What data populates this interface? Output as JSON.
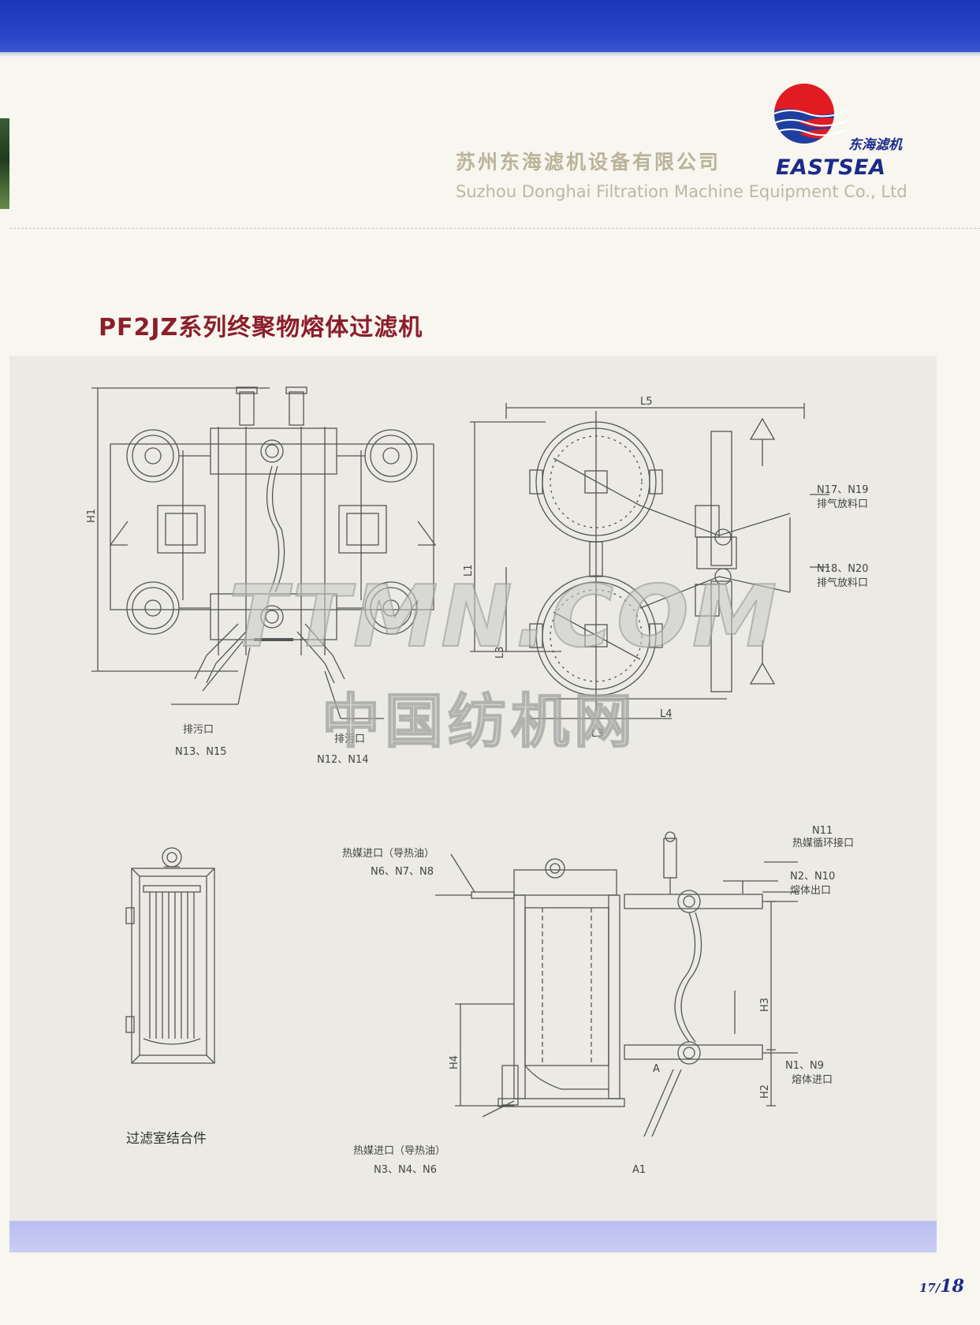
{
  "header": {
    "company_cn": "苏州东海滤机设备有限公司",
    "company_en": "Suzhou Donghai Filtration Machine Equipment Co., Ltd",
    "logo_cn": "东海滤机",
    "logo_en": "EASTSEA"
  },
  "title": "PF2JZ系列终聚物熔体过滤机",
  "watermark": {
    "en": "TTMN.COM",
    "cn": "中国纺机网"
  },
  "colors": {
    "band_blue": "#2a46c8",
    "title_red": "#8b1e2b",
    "brand_navy": "#1b2a8a",
    "logo_red": "#e11b22"
  },
  "drawing_top_left": {
    "dim_h1": "H1",
    "label_drain_left": "排污口",
    "label_nozzle_left": "N13、N15",
    "label_drain_right": "排污口",
    "label_nozzle_right": "N12、N14"
  },
  "drawing_top_right": {
    "dim_l5": "L5",
    "dim_l1": "L1",
    "dim_l3": "L3",
    "dim_l4": "L4",
    "dim_l3b": "L3",
    "label_n17": "N17、N19",
    "label_n17_desc": "排气放料口",
    "label_n18": "N18、N20",
    "label_n18_desc": "排气放料口"
  },
  "drawing_bottom_left": {
    "caption": "过滤室结合件"
  },
  "drawing_bottom_right": {
    "label_n6_desc": "热媒进口（导热油）",
    "label_n6": "N6、N7、N8",
    "label_n11": "N11",
    "label_n11_desc": "热媒循环接口",
    "label_n2": "N2、N10",
    "label_n2_desc": "熔体出口",
    "label_n1": "N1、N9",
    "label_n1_desc": "熔体进口",
    "label_n3_desc": "热媒进口（导热油）",
    "label_n3": "N3、N4、N6",
    "dim_h3": "H3",
    "dim_h4": "H4",
    "dim_h2": "H2",
    "mark_a": "A",
    "mark_a1": "A1"
  },
  "page_number": {
    "left": "17",
    "sep": "/",
    "right": "18"
  }
}
